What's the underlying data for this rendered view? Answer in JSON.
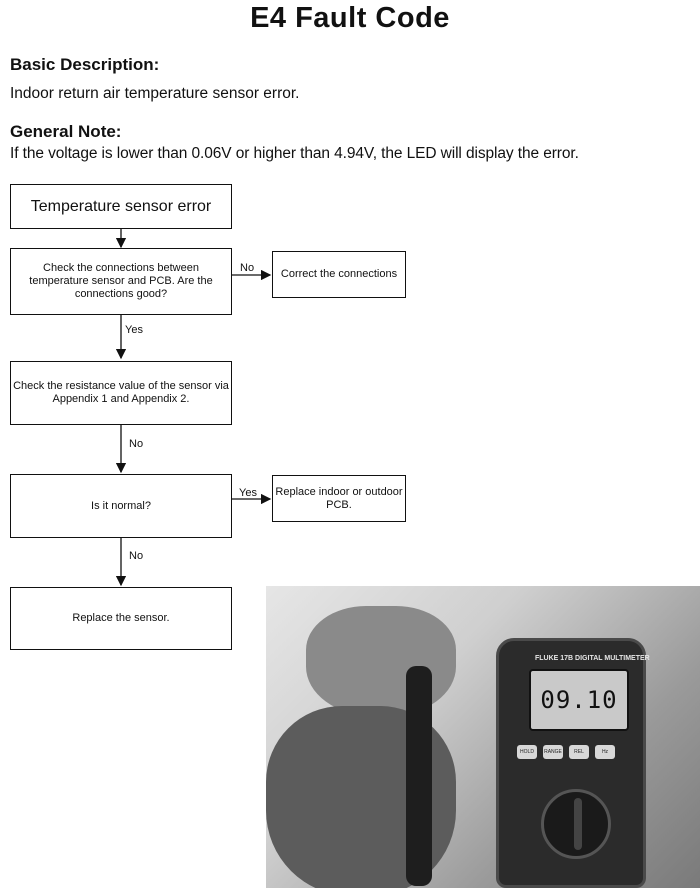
{
  "title": "E4 Fault Code",
  "basic": {
    "heading": "Basic Description:",
    "text": "Indoor return air temperature sensor error."
  },
  "note": {
    "heading": "General Note:",
    "text": "If the voltage is lower than 0.06V or higher than 4.94V, the LED will display the error."
  },
  "flow": {
    "start": "Temperature sensor error",
    "check_conn": "Check the connections between temperature sensor and PCB. Are the connections good?",
    "correct": "Correct the connections",
    "check_res": "Check the resistance value of the sensor via Appendix 1 and Appendix 2.",
    "normal": "Is it normal?",
    "replace_pcb": "Replace indoor or outdoor PCB.",
    "replace_sensor": "Replace the sensor.",
    "labels": {
      "no1": "No",
      "yes1": "Yes",
      "no2": "No",
      "yes2": "Yes",
      "no3": "No"
    }
  },
  "photo": {
    "meter_brand": "FLUKE 17B DIGITAL MULTIMETER",
    "display_value": "09.10",
    "buttons": [
      "HOLD",
      "RANGE",
      "REL",
      "Hz"
    ]
  },
  "colors": {
    "ink": "#111111",
    "background": "#ffffff"
  }
}
